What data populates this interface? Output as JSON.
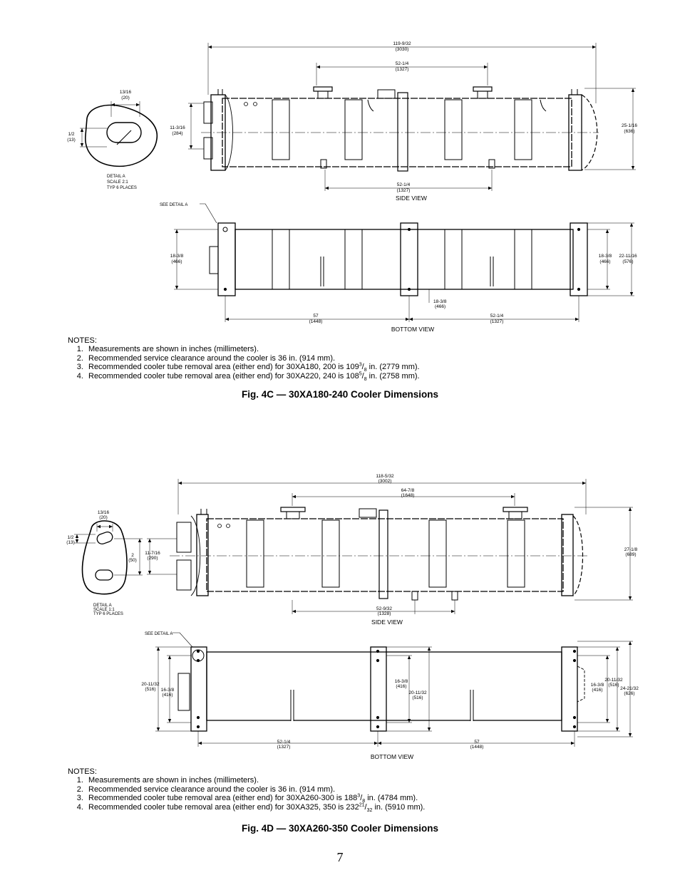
{
  "page_number": "7",
  "figures": [
    {
      "caption": "Fig. 4C — 30XA180-240 Cooler Dimensions",
      "side_view_label": "SIDE VIEW",
      "bottom_view_label": "BOTTOM VIEW",
      "see_detail": "SEE DETAIL A",
      "detail": {
        "title": "DETAIL A",
        "scale": "SCALE  2:1",
        "typ": "TYP 6 PLACES"
      },
      "dimensions": {
        "overall_length": [
          "119-9/32",
          "(3030)"
        ],
        "top_nozzle_span": [
          "52-1/4",
          "(1327)"
        ],
        "bottom_nozzle_span": [
          "52-1/4",
          "(1327)"
        ],
        "flange_height": [
          "11-3/16",
          "(284)"
        ],
        "overall_height": [
          "25-1/16",
          "(636)"
        ],
        "detail_width": [
          "13/16",
          "(20)"
        ],
        "detail_height": [
          "1/2",
          "(13)"
        ],
        "bottom_left_height": [
          "18-3/8",
          "(466)"
        ],
        "bottom_right_inner": [
          "18-3/8",
          "(466)"
        ],
        "bottom_right_outer": [
          "22-11/16",
          "(576)"
        ],
        "bottom_support_span": [
          "57",
          "(1448)"
        ],
        "bottom_center_height": [
          "18-3/8",
          "(466)"
        ],
        "bottom_right_span": [
          "52-1/4",
          "(1327)"
        ]
      },
      "notes": {
        "header": "NOTES:",
        "items": [
          [
            "Measurements are shown in inches (millimeters)."
          ],
          [
            "Recommended service clearance around the cooler is 36 in. (914 mm)."
          ],
          [
            "Recommended cooler tube removal area (either end) for 30XA180, 200 is 109",
            "3",
            "/",
            "8",
            " in. (2779 mm)."
          ],
          [
            "Recommended cooler tube removal area (either end) for 30XA220, 240 is 108",
            "5",
            "/",
            "8",
            " in. (2758 mm)."
          ]
        ]
      }
    },
    {
      "caption": "Fig. 4D — 30XA260-350 Cooler Dimensions",
      "side_view_label": "SIDE VIEW",
      "bottom_view_label": "BOTTOM VIEW",
      "see_detail": "SEE DETAIL A",
      "detail": {
        "title": "DETAIL A",
        "scale": "SCALE  1:1",
        "typ": "TYP 6 PLACES"
      },
      "dimensions": {
        "overall_length": [
          "118-5/32",
          "(3002)"
        ],
        "top_nozzle_span": [
          "64-7/8",
          "(1648)"
        ],
        "bottom_nozzle_span": [
          "52-9/32",
          "(1328)"
        ],
        "flange_height": [
          "11-7/16",
          "(290)"
        ],
        "overall_height": [
          "27-1/8",
          "(689)"
        ],
        "detail_width": [
          "13/16",
          "(20)"
        ],
        "detail_height": [
          "1/2",
          "(13)"
        ],
        "detail_spacing": [
          "2",
          "(50)"
        ],
        "bottom_left_outer": [
          "20-11/32",
          "(516)"
        ],
        "bottom_left_inner": [
          "16-3/8",
          "(416)"
        ],
        "bottom_center_inner": [
          "16-3/8",
          "(416)"
        ],
        "bottom_center_outer": [
          "20-11/32",
          "(516)"
        ],
        "bottom_right_inner": [
          "16-3/8",
          "(416)"
        ],
        "bottom_right_mid": [
          "20-11/32",
          "(516)"
        ],
        "bottom_right_outer": [
          "24-21/32",
          "(626)"
        ],
        "bottom_left_span": [
          "52-1/4",
          "(1327)"
        ],
        "bottom_right_span": [
          "57",
          "(1448)"
        ]
      },
      "notes": {
        "header": "NOTES:",
        "items": [
          [
            "Measurements are shown in inches (millimeters)."
          ],
          [
            "Recommended service clearance around the cooler is 36 in. (914 mm)."
          ],
          [
            "Recommended cooler tube removal area (either end) for 30XA260-300 is 188",
            "3",
            "/",
            "8",
            " in. (4784 mm)."
          ],
          [
            "Recommended cooler tube removal area (either end) for 30XA325, 350 is 232",
            "21",
            "/",
            "32",
            " in. (5910 mm)."
          ]
        ]
      }
    }
  ]
}
